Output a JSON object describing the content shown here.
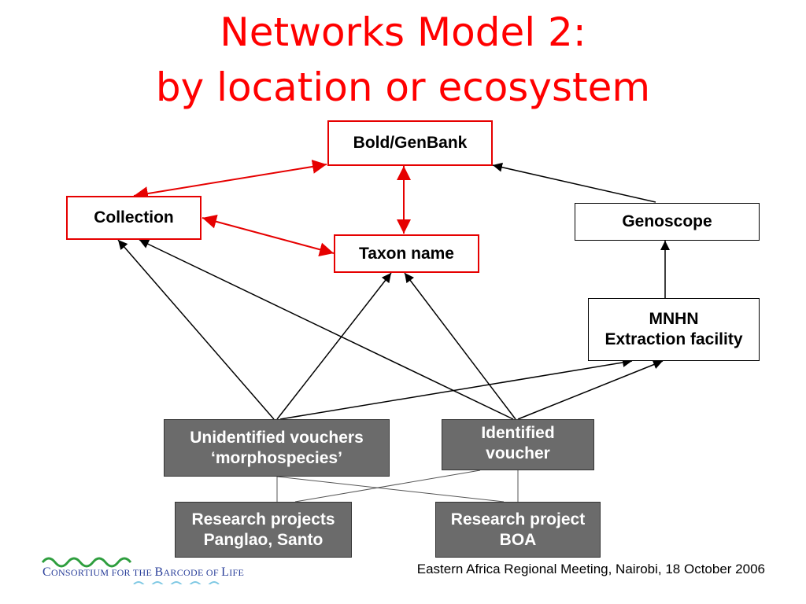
{
  "title": {
    "line1": "Networks Model 2:",
    "line2": "by location or ecosystem"
  },
  "nodes": {
    "bold_genbank": "Bold/GenBank",
    "collection": "Collection",
    "taxon_name": "Taxon name",
    "genoscope": "Genoscope",
    "mnhn": [
      "MNHN",
      "Extraction facility"
    ],
    "unidentified": [
      "Unidentified vouchers",
      "‘morphospecies’"
    ],
    "identified": [
      "Identified",
      "voucher"
    ],
    "research_panglao": [
      "Research projects",
      "Panglao, Santo"
    ],
    "research_boa": [
      "Research project",
      "BOA"
    ]
  },
  "footer": "Eastern Africa Regional Meeting, Nairobi, 18 October 2006",
  "logo": {
    "text_c1": "C",
    "text_1": "ONSORTIUM FOR THE ",
    "text_c2": "B",
    "text_2": "ARCODE OF ",
    "text_c3": "L",
    "text_3": "IFE"
  },
  "colors": {
    "title": "#ff0000",
    "red_link": "#e60000",
    "grey_box": "#6b6b6b",
    "logo_blue": "#2a3f9a",
    "logo_green": "#2e9e3e"
  }
}
